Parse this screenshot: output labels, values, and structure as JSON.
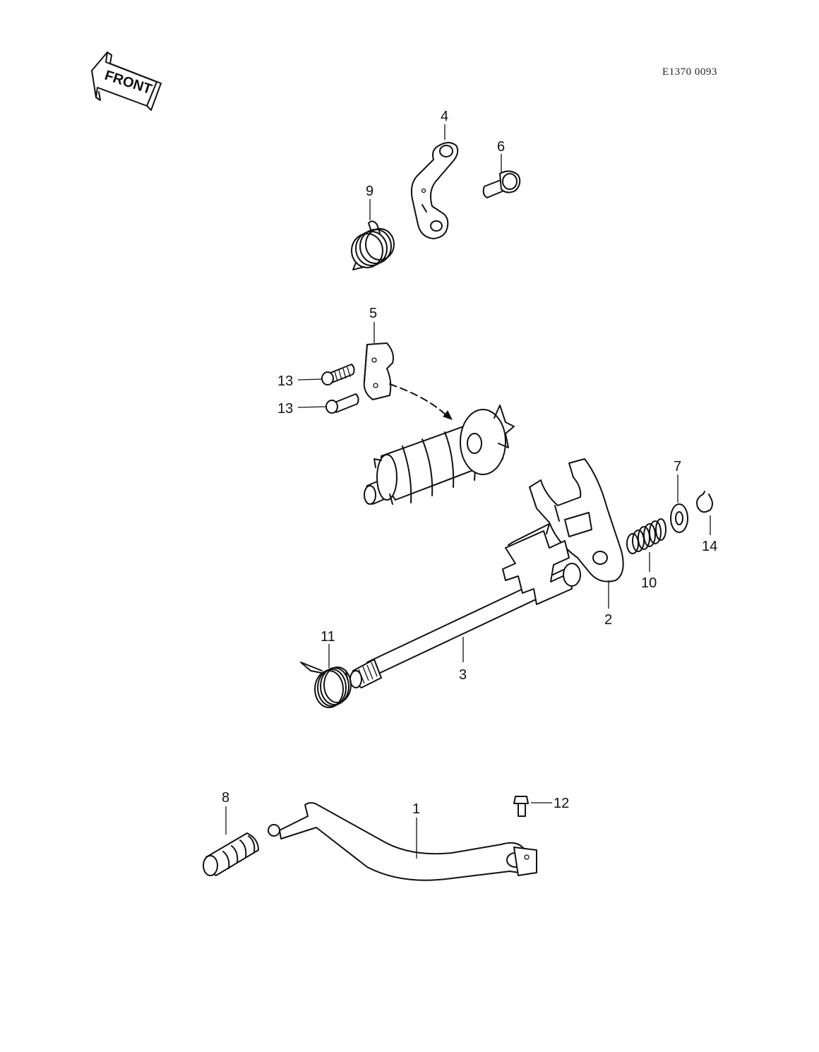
{
  "drawing_code": "E1370 0093",
  "front_label": "FRONT",
  "callouts": {
    "c1": "1",
    "c2": "2",
    "c3": "3",
    "c4": "4",
    "c5": "5",
    "c6": "6",
    "c7": "7",
    "c8": "8",
    "c9": "9",
    "c10": "10",
    "c11": "11",
    "c12": "12",
    "c13a": "13",
    "c13b": "13",
    "c14": "14"
  }
}
